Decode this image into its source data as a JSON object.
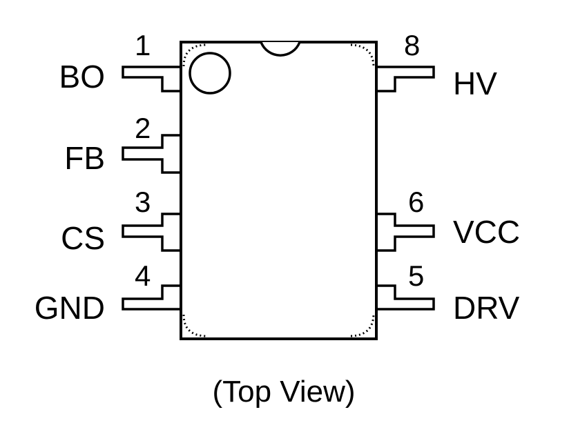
{
  "package": {
    "caption": "(Top View)",
    "pins": [
      {
        "number": "1",
        "name": "BO",
        "side": "left"
      },
      {
        "number": "2",
        "name": "FB",
        "side": "left"
      },
      {
        "number": "3",
        "name": "CS",
        "side": "left"
      },
      {
        "number": "4",
        "name": "GND",
        "side": "left"
      },
      {
        "number": "5",
        "name": "DRV",
        "side": "right"
      },
      {
        "number": "6",
        "name": "VCC",
        "side": "right"
      },
      {
        "number": "8",
        "name": "HV",
        "side": "right"
      }
    ]
  }
}
